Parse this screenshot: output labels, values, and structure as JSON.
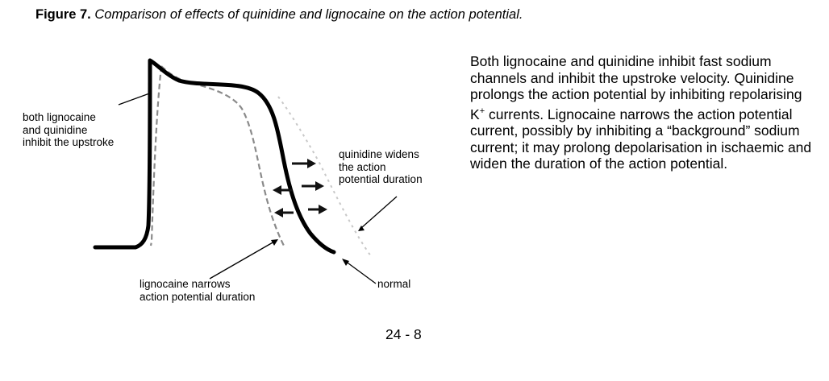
{
  "figure": {
    "label": "Figure 7.",
    "title": "Comparison of effects of quinidine and lignocaine on the action potential."
  },
  "annotations": {
    "upstroke": "both lignocaine\nand quinidine\ninhibit the upstroke",
    "quinidine": "quinidine widens\nthe action\npotential duration",
    "lignocaine": "lignocaine narrows\naction potential duration",
    "normal": "normal"
  },
  "description": {
    "p1": "Both lignocaine and quinidine inhibit fast sodium channels and inhibit the upstroke velocity.  Quinidine prolongs the action potential by inhibiting repolarising K",
    "k_sup": "+",
    "p2": " currents.  Lignocaine narrows the action potential current, possibly by inhibiting a “background” sodium current; it may prolong depolarisation in ischaemic and widen the duration of the action potential."
  },
  "page_number": "24 - 8"
}
